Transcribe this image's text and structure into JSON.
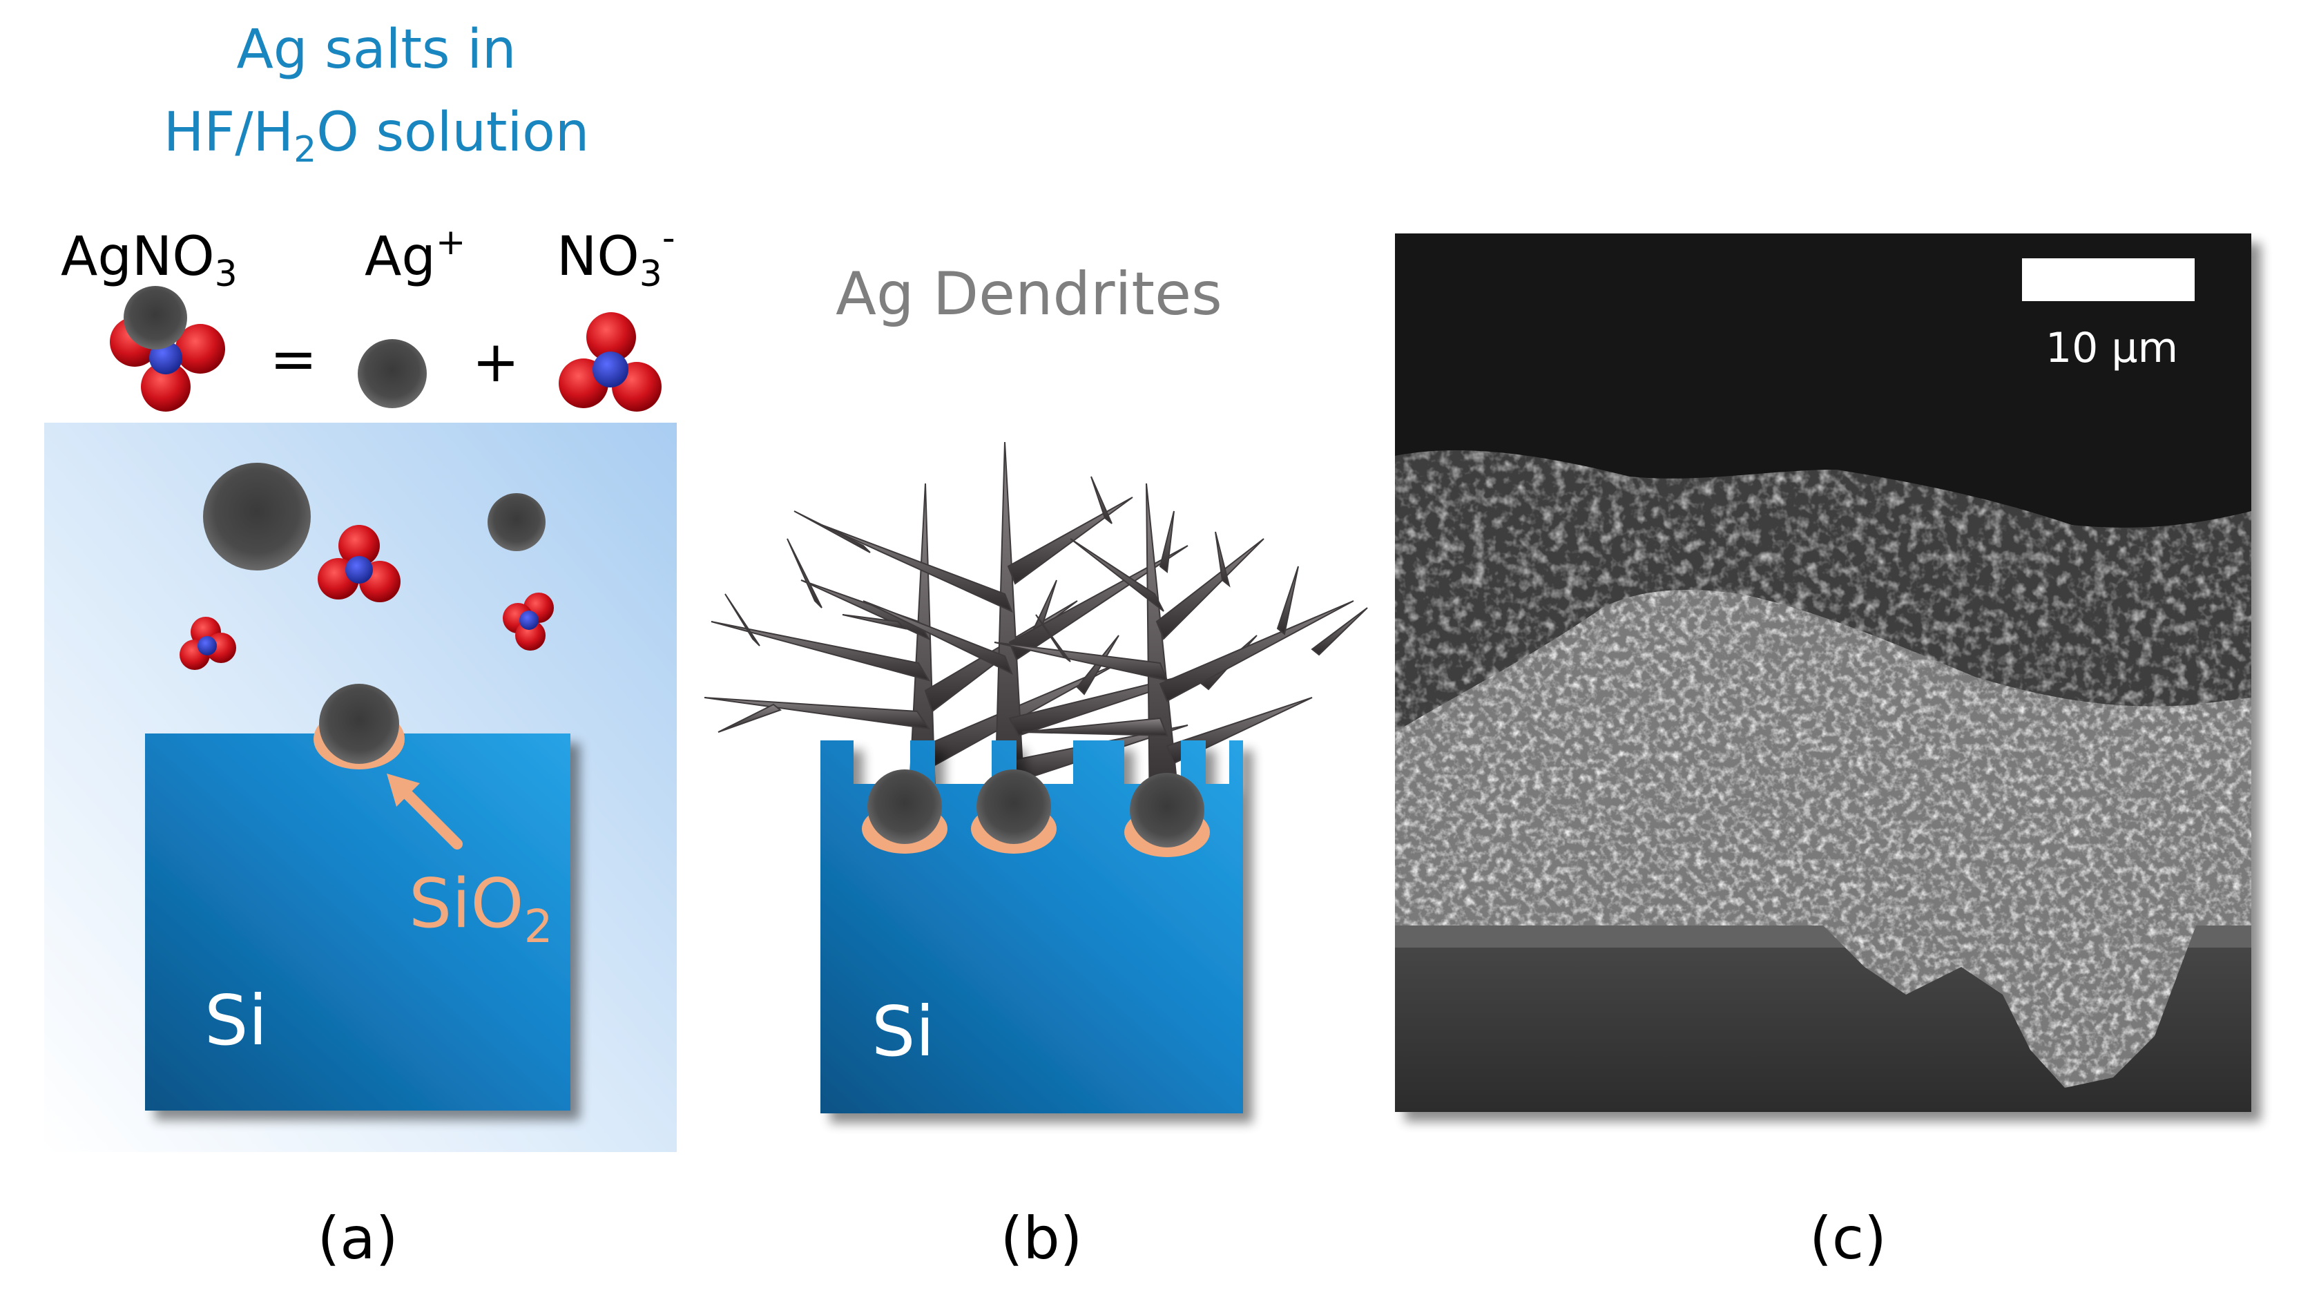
{
  "panel_a": {
    "title_line1": "Ag salts in",
    "title_line2_pre": "HF/H",
    "title_line2_sub": "2",
    "title_line2_post": "O solution",
    "formula_agno3": "AgNO",
    "formula_agno3_sub": "3",
    "formula_ag": "Ag",
    "formula_ag_sup": "+",
    "formula_no3": "NO",
    "formula_no3_sub": "3",
    "formula_no3_sup": "-",
    "equals": "=",
    "plus": "+",
    "sio2_pre": "SiO",
    "sio2_sub": "2",
    "si_label": "Si",
    "caption": "(a)"
  },
  "panel_b": {
    "title": "Ag Dendrites",
    "si_label": "Si",
    "caption": "(b)"
  },
  "panel_c": {
    "scale_label": "10 µm",
    "caption": "(c)"
  },
  "colors": {
    "title_blue": "#1a86c0",
    "si_blue": "#1582c8",
    "si_dark": "#0c5f95",
    "sio2_orange": "#f2a97e",
    "ag_dark": "#3a3a3a",
    "oxygen_red": "#d0121b",
    "nitrogen_blue": "#2c3fc0",
    "dendrite_gray": "#4a4648",
    "subtitle_gray": "#7f7f7f"
  }
}
